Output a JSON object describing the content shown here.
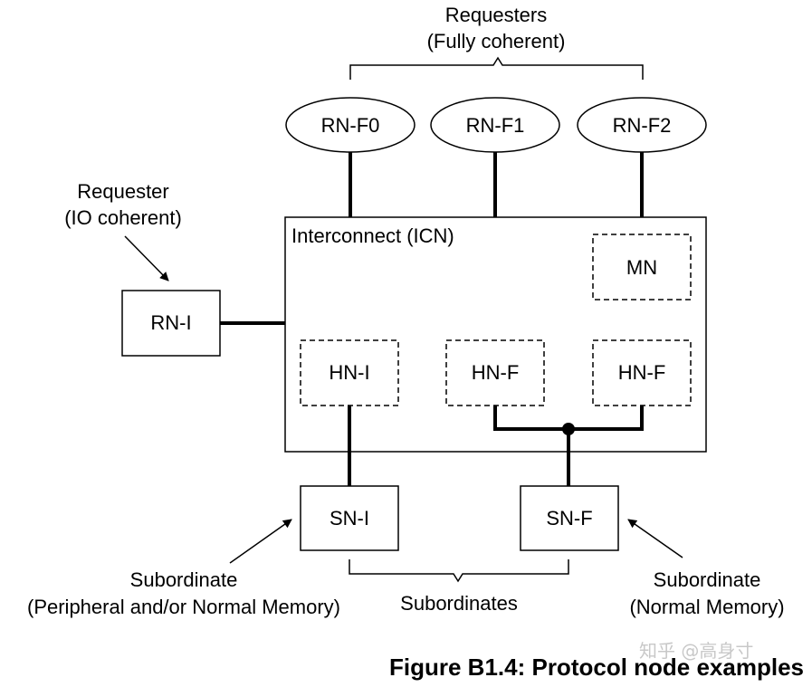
{
  "labels": {
    "requesters_top_line1": "Requesters",
    "requesters_top_line2": "(Fully coherent)",
    "requester_io_line1": "Requester",
    "requester_io_line2": "(IO coherent)",
    "interconnect": "Interconnect (ICN)",
    "subordinate_left_line1": "Subordinate",
    "subordinate_left_line2": "(Peripheral and/or Normal Memory)",
    "subordinates": "Subordinates",
    "subordinate_right_line1": "Subordinate",
    "subordinate_right_line2": "(Normal Memory)",
    "caption": "Figure B1.4: Protocol node examples",
    "watermark": "知乎 @高身寸"
  },
  "nodes": {
    "rn_f0": "RN-F0",
    "rn_f1": "RN-F1",
    "rn_f2": "RN-F2",
    "rn_i": "RN-I",
    "mn": "MN",
    "hn_i": "HN-I",
    "hn_f_1": "HN-F",
    "hn_f_2": "HN-F",
    "sn_i": "SN-I",
    "sn_f": "SN-F"
  },
  "colors": {
    "line": "#000000",
    "background": "#ffffff",
    "watermark": "#c8c8c8"
  }
}
